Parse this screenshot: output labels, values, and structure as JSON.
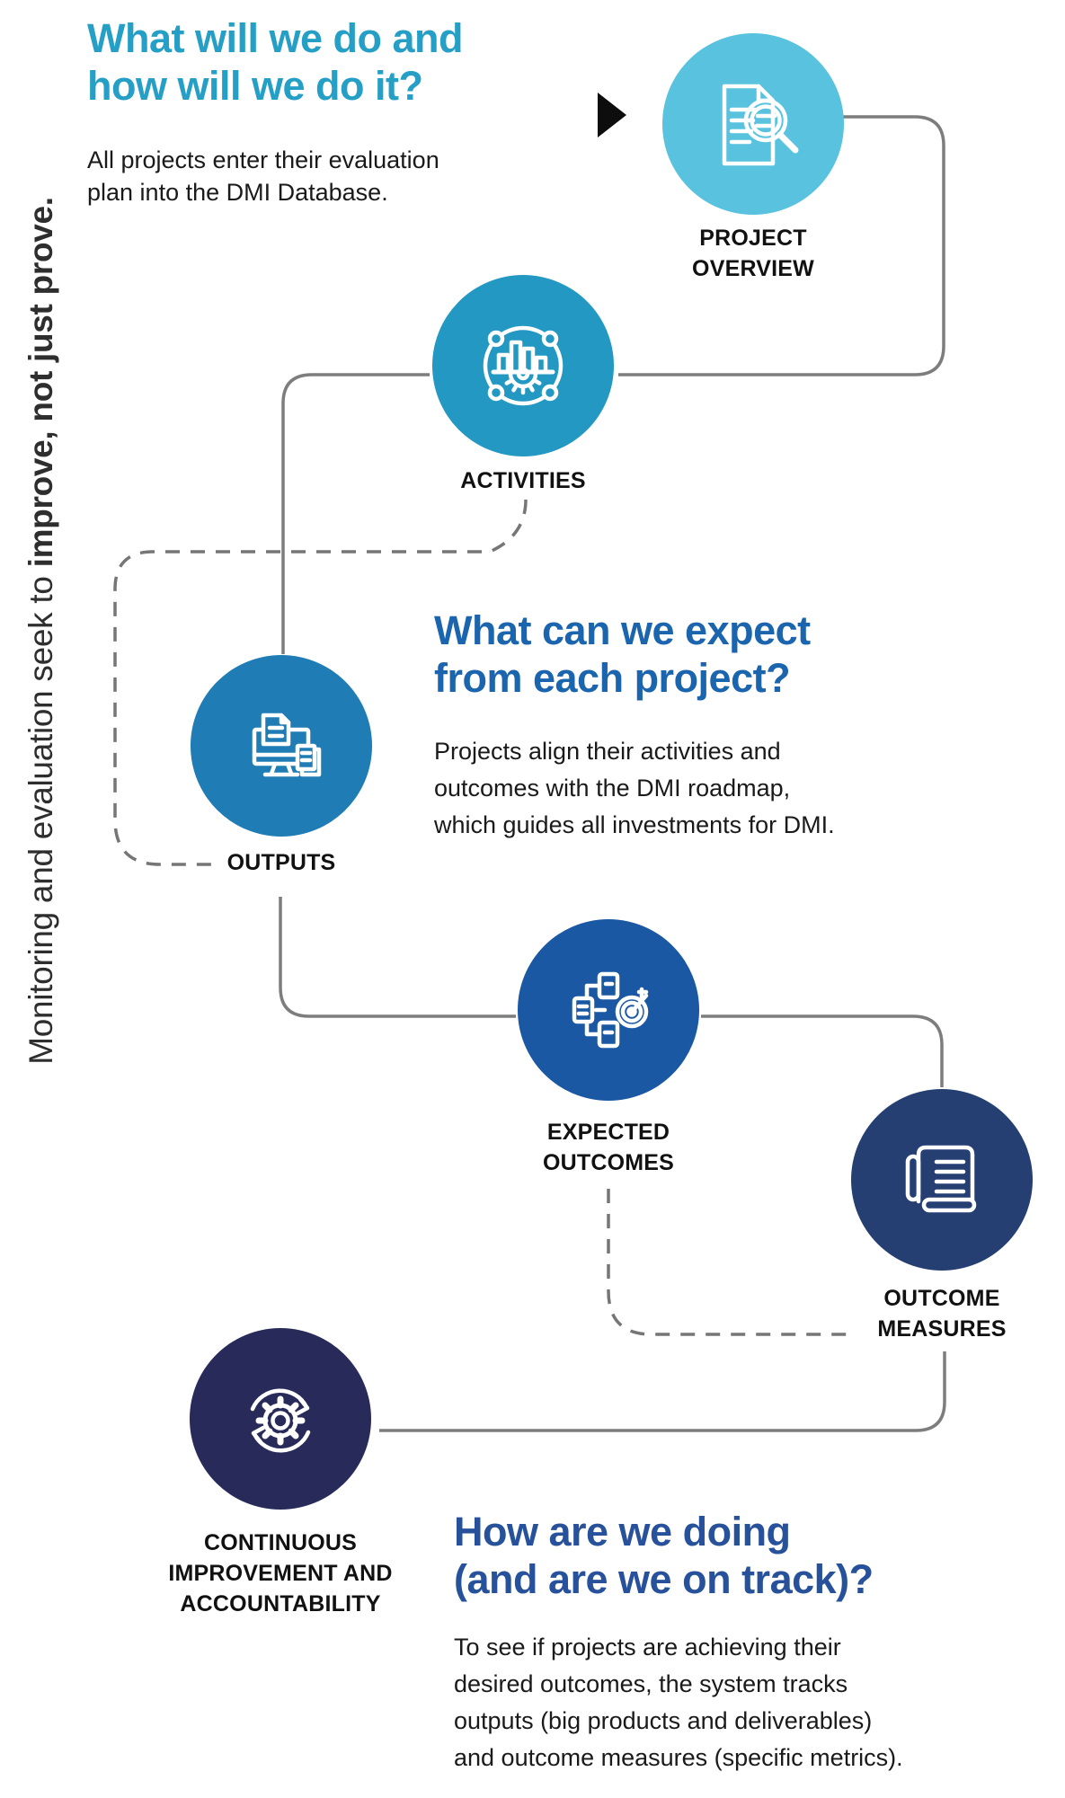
{
  "side_text": {
    "regular": "Monitoring  and evaluation seek to ",
    "bold": "improve, not just prove."
  },
  "colors": {
    "background": "#ffffff",
    "heading_top": "#259fc6",
    "heading_mid": "#1b64ae",
    "heading_bottom": "#27519b",
    "body_text": "#1a1a1a",
    "label_text": "#111111",
    "side_text": "#2e2e2e",
    "connector": "#7d7d7d",
    "dashed_connector": "#767676",
    "arrow": "#0d0d0d"
  },
  "sections": {
    "top": {
      "heading_lines": [
        "What will we do and",
        "how will we do it?"
      ],
      "body_lines": [
        "All projects enter their evaluation",
        "plan into the DMI Database."
      ]
    },
    "middle": {
      "heading_lines": [
        "What can we expect",
        "from each project?"
      ],
      "body_lines": [
        "Projects align their activities and",
        "outcomes with the DMI roadmap,",
        "which guides all investments for DMI."
      ]
    },
    "bottom": {
      "heading_lines": [
        "How are we doing",
        "(and are we on track)?"
      ],
      "body_lines": [
        "To see if projects are achieving their",
        "desired outcomes, the system tracks",
        "outputs (big products and deliverables)",
        "and outcome measures (specific metrics)."
      ]
    }
  },
  "nodes": {
    "project_overview": {
      "label_lines": [
        "PROJECT",
        "OVERVIEW"
      ],
      "color": "#58c2df",
      "icon": "document-magnifier-icon"
    },
    "activities": {
      "label_lines": [
        "ACTIVITIES"
      ],
      "color": "#2398c3",
      "icon": "bar-chart-gear-icon"
    },
    "outputs": {
      "label_lines": [
        "OUTPUTS"
      ],
      "color": "#1f7cb4",
      "icon": "monitor-documents-icon"
    },
    "expected_outcomes": {
      "label_lines": [
        "EXPECTED",
        "OUTCOMES"
      ],
      "color": "#1b58a4",
      "icon": "flowchart-target-icon"
    },
    "outcome_measures": {
      "label_lines": [
        "OUTCOME",
        "MEASURES"
      ],
      "color": "#253f72",
      "icon": "ledger-scroll-icon"
    },
    "continuous_improvement": {
      "label_lines": [
        "CONTINUOUS",
        "IMPROVEMENT AND",
        "ACCOUNTABILITY"
      ],
      "color": "#282a5a",
      "icon": "gear-cycle-icon"
    }
  }
}
